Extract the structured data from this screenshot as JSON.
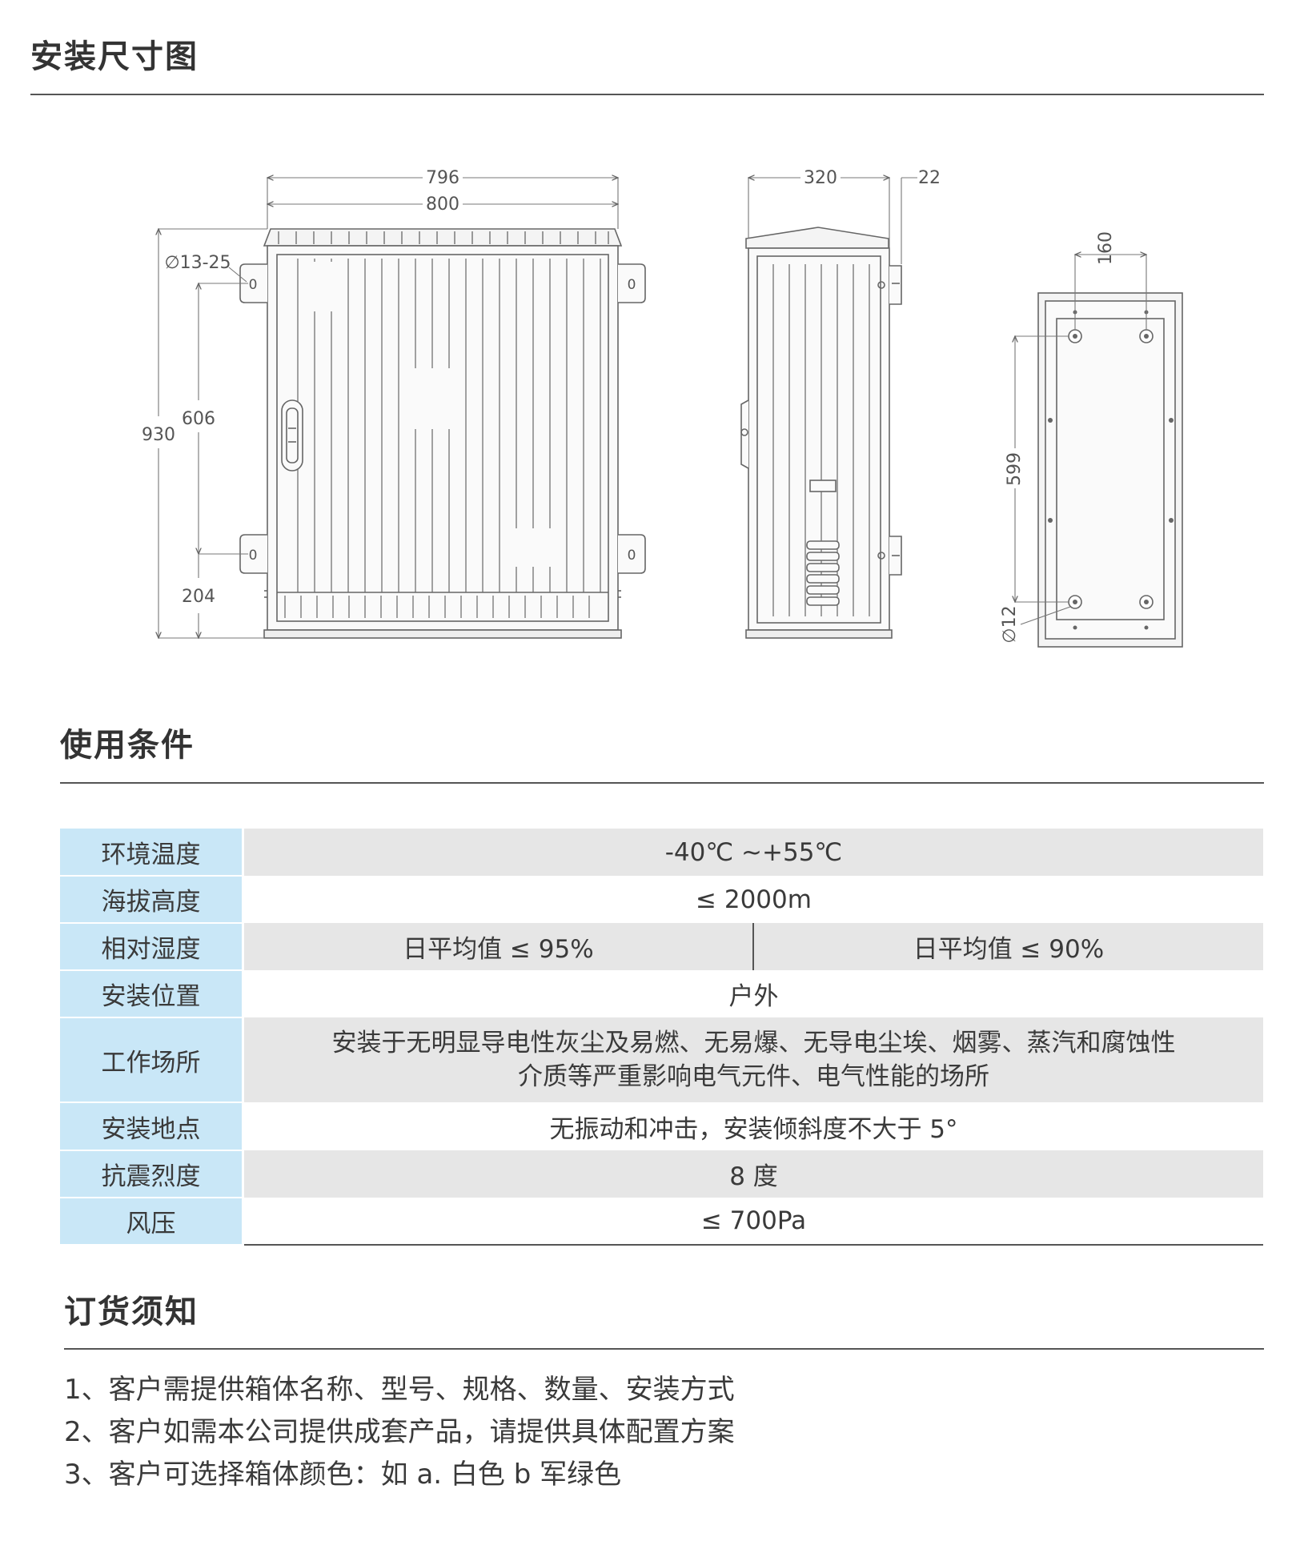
{
  "sections": {
    "install_title": "安装尺寸图",
    "conditions_title": "使用条件",
    "ordering_title": "订货须知"
  },
  "drawing": {
    "front": {
      "width_inner": "796",
      "width_outer": "800",
      "height_total": "930",
      "mount_spacing": "606",
      "bottom_offset": "204",
      "slot_hole": "∅13-25",
      "slot_mark": "0"
    },
    "side": {
      "depth": "320",
      "bracket_depth": "22"
    },
    "base": {
      "hole_spacing_x": "160",
      "hole_spacing_y": "599",
      "hole_dia": "∅12"
    }
  },
  "conditions": {
    "rows": [
      {
        "label": "环境温度",
        "value": "-40℃ ~+55℃"
      },
      {
        "label": "海拔高度",
        "value": "≤ 2000m"
      },
      {
        "label": "相对湿度",
        "left": "日平均值  ≤ 95%",
        "right": "日平均值  ≤ 90%"
      },
      {
        "label": "安装位置",
        "value": "户外"
      },
      {
        "label": "工作场所",
        "line1": "安装于无明显导电性灰尘及易燃、无易爆、无导电尘埃、烟雾、蒸汽和腐蚀性",
        "line2": "介质等严重影响电气元件、电气性能的场所"
      },
      {
        "label": "安装地点",
        "value": "无振动和冲击，安装倾斜度不大于 5°"
      },
      {
        "label": "抗震烈度",
        "value": "8 度"
      },
      {
        "label": "风压",
        "value": "≤ 700Pa"
      }
    ]
  },
  "notes": [
    "1、客户需提供箱体名称、型号、规格、数量、安装方式",
    "2、客户如需本公司提供成套产品，请提供具体配置方案",
    "3、客户可选择箱体颜色：如 a. 白色 b 军绿色"
  ]
}
